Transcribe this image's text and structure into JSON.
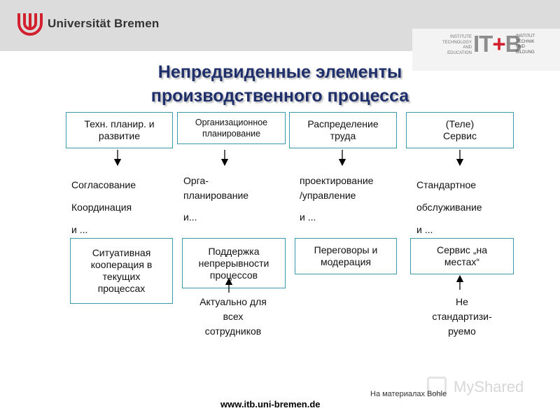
{
  "header": {
    "university_name": "Universität Bremen",
    "itb_left_lines": [
      "INSTITUTE",
      "TECHNOLOGY",
      "AND",
      "EDUCATION"
    ],
    "itb_mark": "IT+B",
    "itb_right_lines": [
      "INSTITUT",
      "TECHNIK",
      "UND",
      "BILDUNG"
    ]
  },
  "title": {
    "line1": "Непредвиденные элементы",
    "line2": "производственного процесса"
  },
  "top_boxes": [
    [
      "Техн. планир. и",
      "развитие"
    ],
    [
      "Организационное",
      "планирование"
    ],
    [
      "Распределение",
      "труда"
    ],
    [
      "(Теле)",
      "Сервис"
    ]
  ],
  "middle_labels": [
    [
      "Согласование",
      "Координация",
      "и ..."
    ],
    [
      "Орга-",
      "планирование",
      "и..."
    ],
    [
      "проектирование",
      "/управление",
      "и ..."
    ],
    [
      "Стандартное",
      "обслуживание",
      "и ..."
    ]
  ],
  "bottom_boxes": [
    [
      "Ситуативная",
      "кооперация в",
      "текущих",
      "процессах"
    ],
    [
      "Поддержка",
      "непрерывности",
      "процессов"
    ],
    [
      "Переговоры и",
      "модерация"
    ],
    [
      "Сервис „на",
      "местах“"
    ]
  ],
  "below_notes": [
    [
      "Актуально для",
      "всех",
      "сотрудников"
    ],
    [
      "Не",
      "стандартизи-",
      "руемо"
    ]
  ],
  "footer": {
    "url": "www.itb.uni-bremen.de",
    "credit": "На материалах Bohle",
    "watermark": "MyShared"
  },
  "colors": {
    "title": "#1f2f6b",
    "box_border": "#3a9aa8",
    "header_bg": "#dcdcdc",
    "logo_red": "#d3202f"
  }
}
